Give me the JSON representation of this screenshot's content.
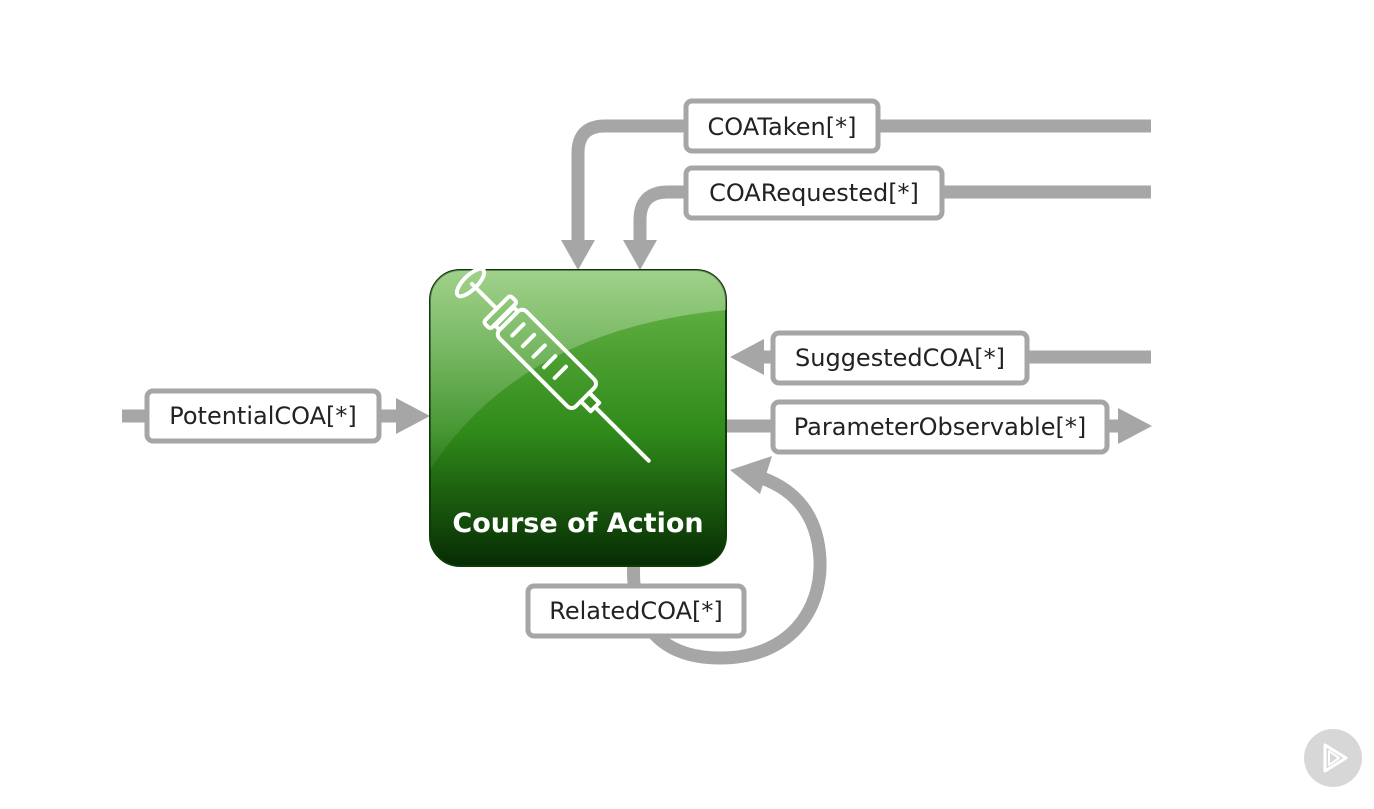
{
  "diagram": {
    "central_node": {
      "title": "Course of Action",
      "icon": "syringe-icon"
    },
    "relationships": {
      "coa_taken": "COATaken[*]",
      "coa_requested": "COARequested[*]",
      "suggested_coa": "SuggestedCOA[*]",
      "parameter_observable": "ParameterObservable[*]",
      "potential_coa": "PotentialCOA[*]",
      "related_coa": "RelatedCOA[*]"
    },
    "colors": {
      "node_green_light": "#6ab64a",
      "node_green_dark": "#0a3a05",
      "connector_gray": "#a6a6a6"
    }
  },
  "player": {
    "play_icon": "play-icon"
  }
}
